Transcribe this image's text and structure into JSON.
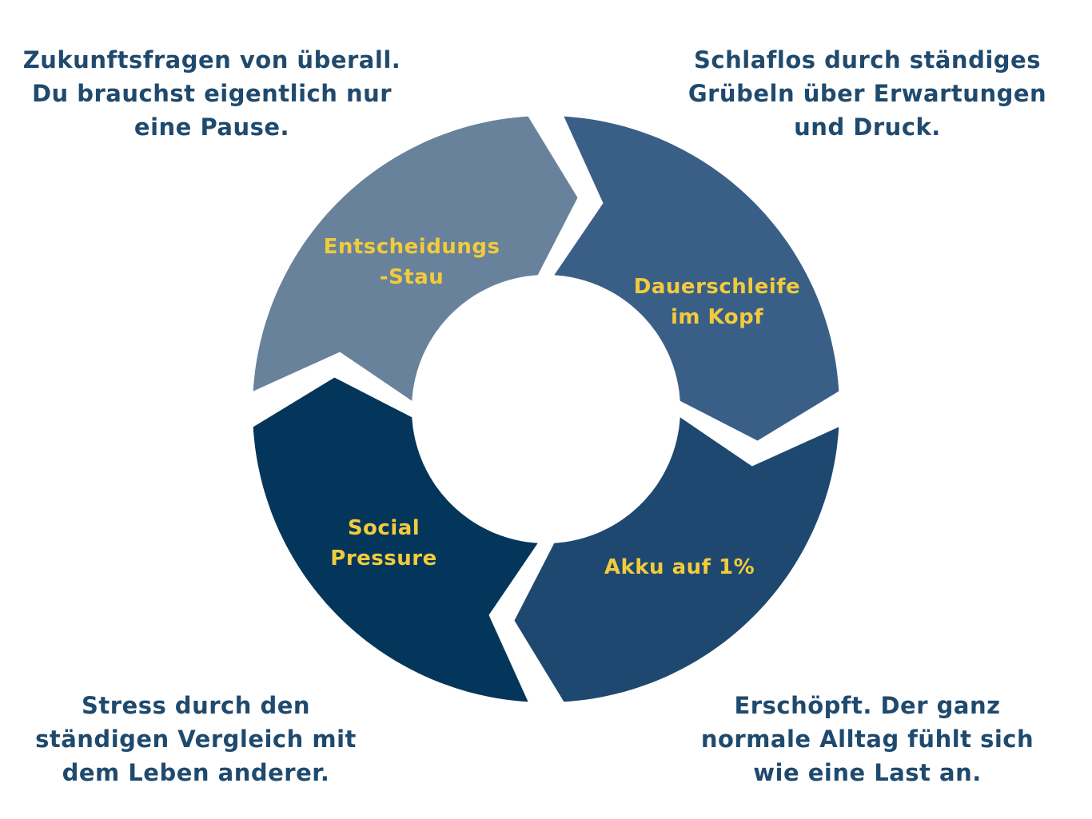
{
  "colors": {
    "segment_top_left": "#68829b",
    "segment_top_right": "#3a5f87",
    "segment_bottom_right": "#1e4870",
    "segment_bottom_left": "#03365a",
    "label_text": "#f2cb3c",
    "note_text": "#1f4a6e"
  },
  "segments": [
    {
      "label_lines": [
        "Entscheidungs",
        "-Stau"
      ],
      "note_lines": [
        "Zukunftsfragen von überall.",
        "Du brauchst eigentlich nur",
        "eine Pause."
      ]
    },
    {
      "label_lines": [
        "Dauerschleife",
        "im Kopf"
      ],
      "note_lines": [
        "Schlaflos durch ständiges",
        "Grübeln über Erwartungen",
        "und Druck."
      ]
    },
    {
      "label_lines": [
        "Akku auf 1%"
      ],
      "note_lines": [
        "Erschöpft. Der ganz",
        "normale Alltag fühlt sich",
        "wie eine Last an."
      ]
    },
    {
      "label_lines": [
        "Social",
        "Pressure"
      ],
      "note_lines": [
        "Stress durch den",
        "ständigen Vergleich mit",
        "dem Leben anderer."
      ]
    }
  ]
}
